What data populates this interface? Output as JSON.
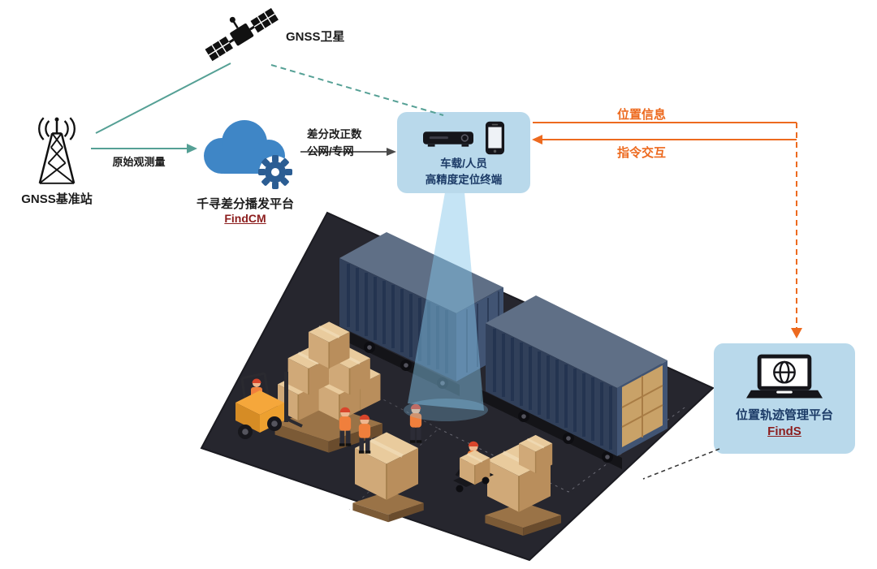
{
  "labels": {
    "satellite": "GNSS卫星",
    "base_station": "GNSS基准站",
    "raw_observation": "原始观测量",
    "cloud_platform": "千寻差分播发平台",
    "cloud_platform_sub": "FindCM",
    "correction_line1": "差分改正数",
    "correction_line2": "公网/专网",
    "terminal_line1": "车载/人员",
    "terminal_line2": "高精度定位终端",
    "position_info": "位置信息",
    "command_interaction": "指令交互",
    "platform_line1": "位置轨迹管理平台",
    "platform_sub": "FindS"
  },
  "colors": {
    "link_teal": "#55a095",
    "orange": "#ed6a1f",
    "panel_bg": "#b9d9eb",
    "panel_text": "#1b3a66",
    "brand_red": "#8c1d1d",
    "cloud_blue": "#3f86c6",
    "gear_blue": "#2b5d93",
    "arrow_gray": "#4a4a4a",
    "label_dark": "#1c1c1c"
  },
  "icons": {
    "satellite": "satellite-icon",
    "base_station": "antenna-tower-icon",
    "cloud": "cloud-gear-icon",
    "terminal_receiver": "vehicle-receiver-icon",
    "terminal_phone": "smartphone-icon",
    "platform": "laptop-globe-icon"
  }
}
